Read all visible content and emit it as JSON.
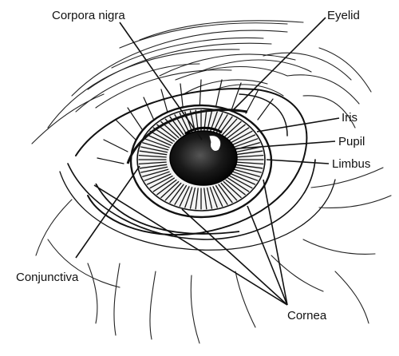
{
  "labels": {
    "corpora_nigra": "Corpora nigra",
    "eyelid": "Eyelid",
    "iris": "Iris",
    "pupil": "Pupil",
    "limbus": "Limbus",
    "conjunctiva": "Conjunctiva",
    "cornea": "Cornea"
  },
  "colors": {
    "ink": "#111111",
    "background": "#ffffff"
  }
}
